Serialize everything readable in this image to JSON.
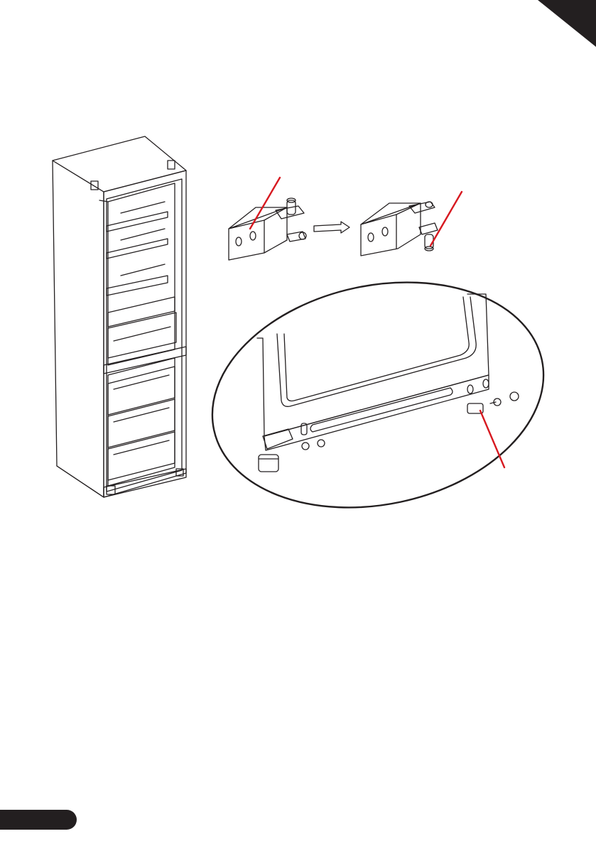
{
  "page": {
    "accent_color": "#d71920",
    "line_color": "#231f20",
    "has_printed_text": false
  },
  "figures": [
    {
      "name": "fridge-freezer-open",
      "icon": "refrigerator-icon"
    },
    {
      "name": "hinge-before",
      "icon": "hinge-icon"
    },
    {
      "name": "direction-arrow",
      "icon": "arrow-right-icon"
    },
    {
      "name": "hinge-after",
      "icon": "hinge-icon"
    },
    {
      "name": "door-bottom-detail",
      "icon": "magnify-ellipse-icon"
    }
  ]
}
